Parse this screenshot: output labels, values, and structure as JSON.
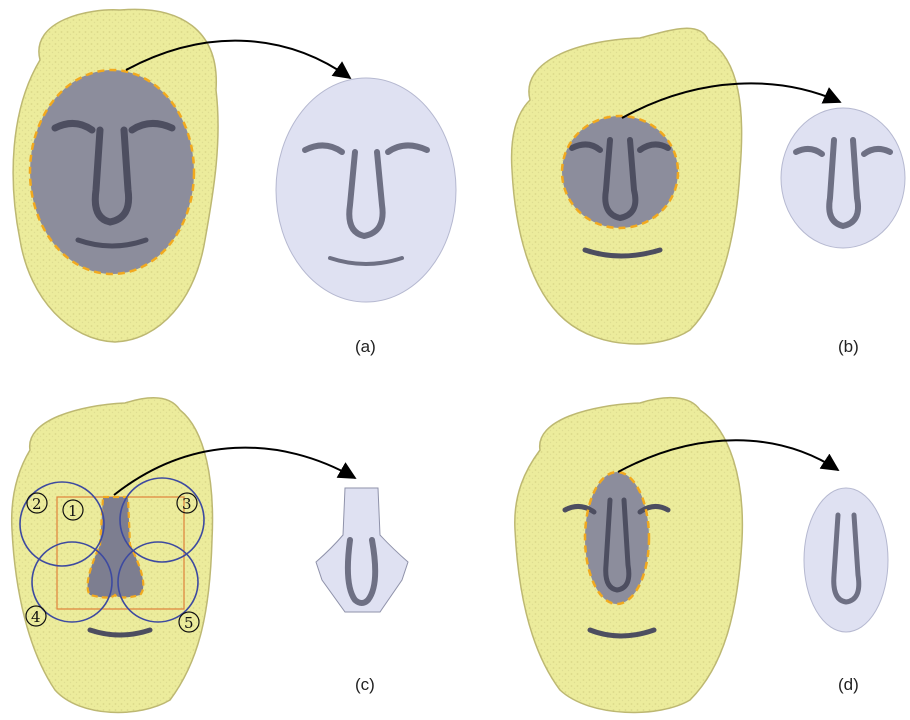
{
  "panels": [
    {
      "id": "a",
      "label": "(a)",
      "region": "full-face-ellipse"
    },
    {
      "id": "b",
      "label": "(b)",
      "region": "nose-eyes-circle"
    },
    {
      "id": "c",
      "label": "(c)",
      "region": "nose-strip-with-circles",
      "circle_numbers": [
        "1",
        "2",
        "3",
        "4",
        "5"
      ]
    },
    {
      "id": "d",
      "label": "(d)",
      "region": "nose-ellipse"
    }
  ],
  "colors": {
    "face": "#ecec9c",
    "face_shade": "#c9c67a",
    "crop": "#8c8d9c",
    "crop_dark": "#55566a",
    "extracted": "#dfe1f2",
    "dashed_outline": "#f2a91e",
    "circle_outline": "#3d4aa0",
    "box_outline": "#e0823a",
    "arrow": "#000000"
  }
}
